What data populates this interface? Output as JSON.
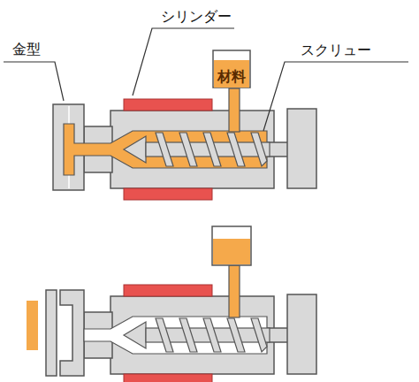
{
  "diagram": {
    "nodes": [
      {
        "text": [
          "材料"
        ]
      }
    ],
    "labels": [
      "金型",
      "シリンダー",
      "スクリュー"
    ]
  }
}
